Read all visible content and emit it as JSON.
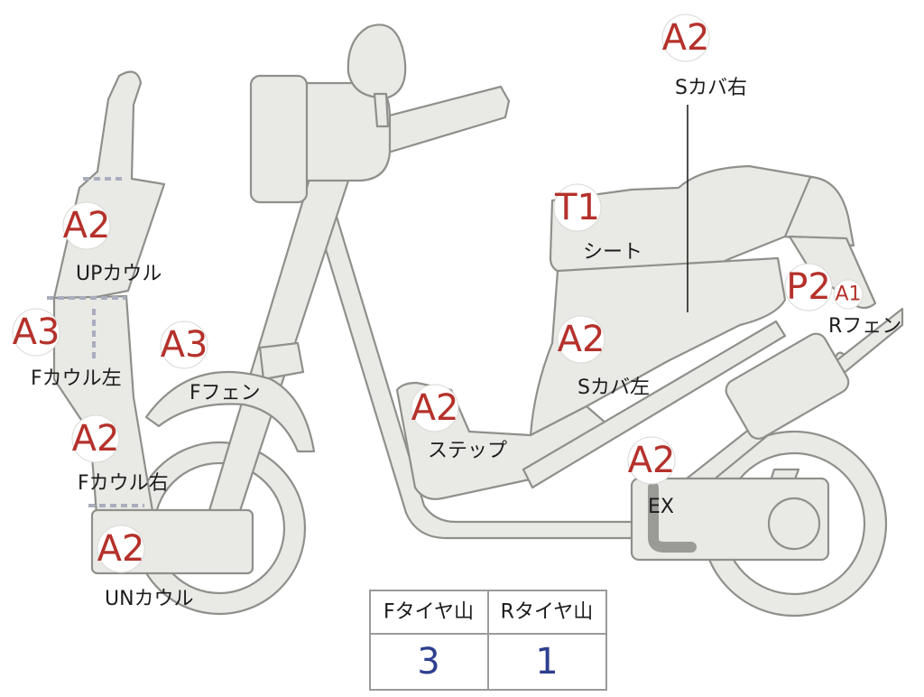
{
  "badges": [
    {
      "id": "up-cowl",
      "code": "A2",
      "label": "UPカウル"
    },
    {
      "id": "f-cowl-left",
      "code": "A3",
      "label": "Fカウル左"
    },
    {
      "id": "f-fender",
      "code": "A3",
      "label": "Fフェン"
    },
    {
      "id": "f-cowl-right",
      "code": "A2",
      "label": "Fカウル右"
    },
    {
      "id": "un-cowl",
      "code": "A2",
      "label": "UNカウル"
    },
    {
      "id": "step",
      "code": "A2",
      "label": "ステップ"
    },
    {
      "id": "seat",
      "code": "T1",
      "label": "シート"
    },
    {
      "id": "s-cover-right",
      "code": "A2",
      "label": "Sカバ右"
    },
    {
      "id": "s-cover-left",
      "code": "A2",
      "label": "Sカバ左"
    },
    {
      "id": "r-fender",
      "code": "P2",
      "code2": "A1",
      "label": "Rフェン"
    },
    {
      "id": "exhaust",
      "code": "A2",
      "label": "EX"
    }
  ],
  "tire_table": {
    "headers": [
      "Fタイヤ山",
      "Rタイヤ山"
    ],
    "values": [
      "3",
      "1"
    ]
  },
  "colors": {
    "body_fill": "#e9e9e6",
    "outline": "#8f8f8b",
    "badge_text": "#b5312b",
    "table_value": "#2e3f8f"
  }
}
